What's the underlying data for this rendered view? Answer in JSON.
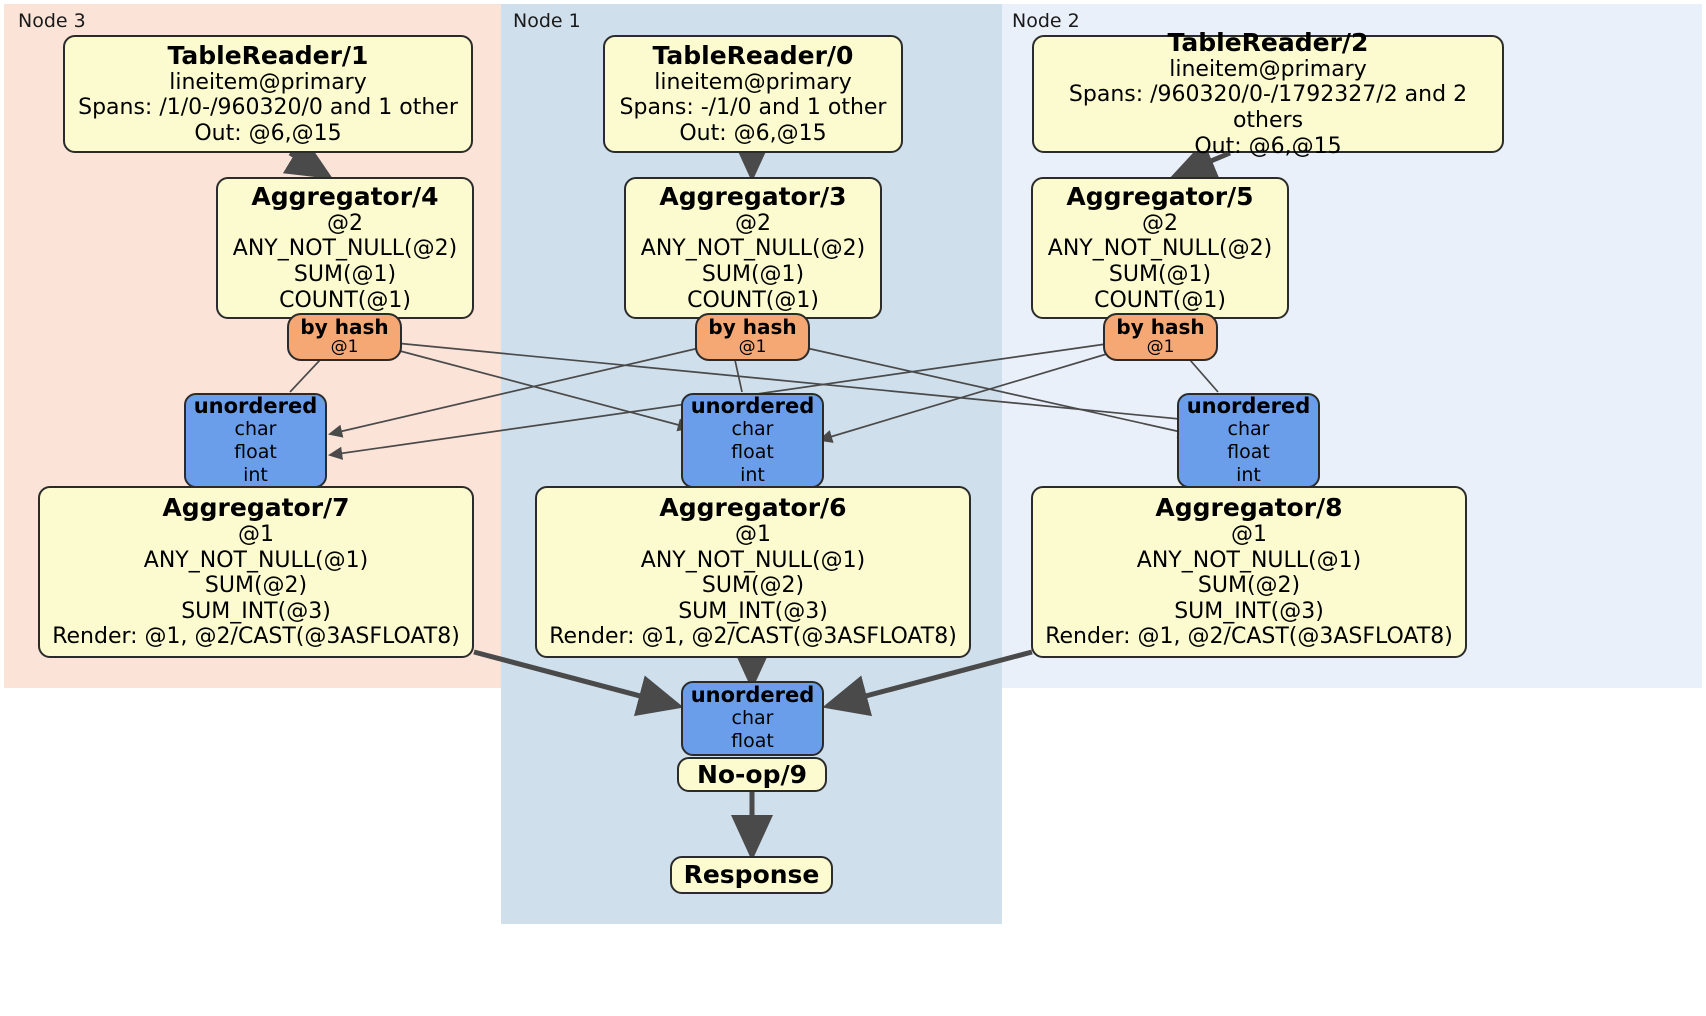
{
  "diagram": {
    "type": "distributed-query-plan",
    "title": "",
    "colors": {
      "node3_bg": "#fbe3d8",
      "node1_bg": "#cfdfec",
      "node2_bg": "#eaf0fa",
      "processor_fill": "#fbfbcf",
      "router_fill": "#f5a873",
      "stream_fill": "#6a9eeb",
      "stroke": "#2b2b2b",
      "edge": "#4a4a4a"
    }
  },
  "clusters": [
    {
      "id": "node3",
      "label": "Node 3"
    },
    {
      "id": "node1",
      "label": "Node 1"
    },
    {
      "id": "node2",
      "label": "Node 2"
    }
  ],
  "nodes": {
    "table_reader_1": {
      "title": "TableReader/1",
      "lines": [
        "lineitem@primary",
        "Spans: /1/0-/960320/0 and 1 other",
        "Out: @6,@15"
      ]
    },
    "table_reader_0": {
      "title": "TableReader/0",
      "lines": [
        "lineitem@primary",
        "Spans: -/1/0 and 1 other",
        "Out: @6,@15"
      ]
    },
    "table_reader_2": {
      "title": "TableReader/2",
      "lines": [
        "lineitem@primary",
        "Spans: /960320/0-/1792327/2 and 2 others",
        "Out: @6,@15"
      ]
    },
    "aggregator_4": {
      "title": "Aggregator/4",
      "lines": [
        "@2",
        "ANY_NOT_NULL(@2)",
        "SUM(@1)",
        "COUNT(@1)"
      ]
    },
    "aggregator_3": {
      "title": "Aggregator/3",
      "lines": [
        "@2",
        "ANY_NOT_NULL(@2)",
        "SUM(@1)",
        "COUNT(@1)"
      ]
    },
    "aggregator_5": {
      "title": "Aggregator/5",
      "lines": [
        "@2",
        "ANY_NOT_NULL(@2)",
        "SUM(@1)",
        "COUNT(@1)"
      ]
    },
    "router_4": {
      "title": "by hash",
      "lines": [
        "@1"
      ]
    },
    "router_3": {
      "title": "by hash",
      "lines": [
        "@1"
      ]
    },
    "router_5": {
      "title": "by hash",
      "lines": [
        "@1"
      ]
    },
    "stream_7": {
      "title": "unordered",
      "lines": [
        "char",
        "float",
        "int"
      ]
    },
    "stream_6": {
      "title": "unordered",
      "lines": [
        "char",
        "float",
        "int"
      ]
    },
    "stream_8": {
      "title": "unordered",
      "lines": [
        "char",
        "float",
        "int"
      ]
    },
    "aggregator_7": {
      "title": "Aggregator/7",
      "lines": [
        "@1",
        "ANY_NOT_NULL(@1)",
        "SUM(@2)",
        "SUM_INT(@3)",
        "Render: @1, @2/CAST(@3ASFLOAT8)"
      ]
    },
    "aggregator_6": {
      "title": "Aggregator/6",
      "lines": [
        "@1",
        "ANY_NOT_NULL(@1)",
        "SUM(@2)",
        "SUM_INT(@3)",
        "Render: @1, @2/CAST(@3ASFLOAT8)"
      ]
    },
    "aggregator_8": {
      "title": "Aggregator/8",
      "lines": [
        "@1",
        "ANY_NOT_NULL(@1)",
        "SUM(@2)",
        "SUM_INT(@3)",
        "Render: @1, @2/CAST(@3ASFLOAT8)"
      ]
    },
    "stream_final": {
      "title": "unordered",
      "lines": [
        "char",
        "float"
      ]
    },
    "noop_9": {
      "title": "No-op/9",
      "lines": []
    },
    "response": {
      "title": "Response",
      "lines": []
    }
  }
}
